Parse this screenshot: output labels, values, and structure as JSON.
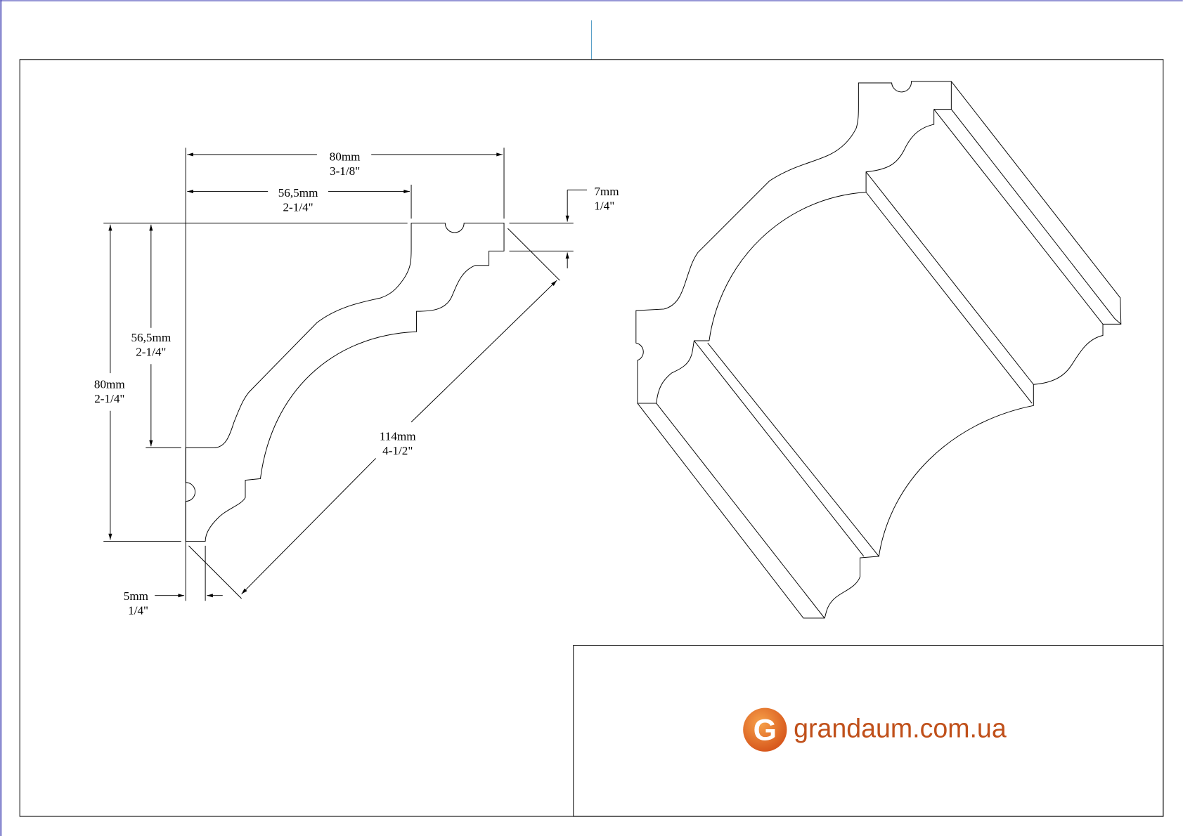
{
  "drawing": {
    "dimensions": {
      "top_overall": {
        "metric": "80mm",
        "imperial": "3-1/8\""
      },
      "top_partial": {
        "metric": "56,5mm",
        "imperial": "2-1/4\""
      },
      "side_partial": {
        "metric": "56,5mm",
        "imperial": "2-1/4\""
      },
      "side_overall": {
        "metric": "80mm",
        "imperial": "2-1/4\""
      },
      "step": {
        "metric": "7mm",
        "imperial": "1/4\""
      },
      "diagonal": {
        "metric": "114mm",
        "imperial": "4-1/2\""
      },
      "bottom_offset": {
        "metric": "5mm",
        "imperial": "1/4\""
      }
    }
  },
  "title_block": {
    "logo_letter": "G",
    "brand": "grandaum.com.ua",
    "brand_color": "#c0501a",
    "logo_color": "#e8731c"
  }
}
